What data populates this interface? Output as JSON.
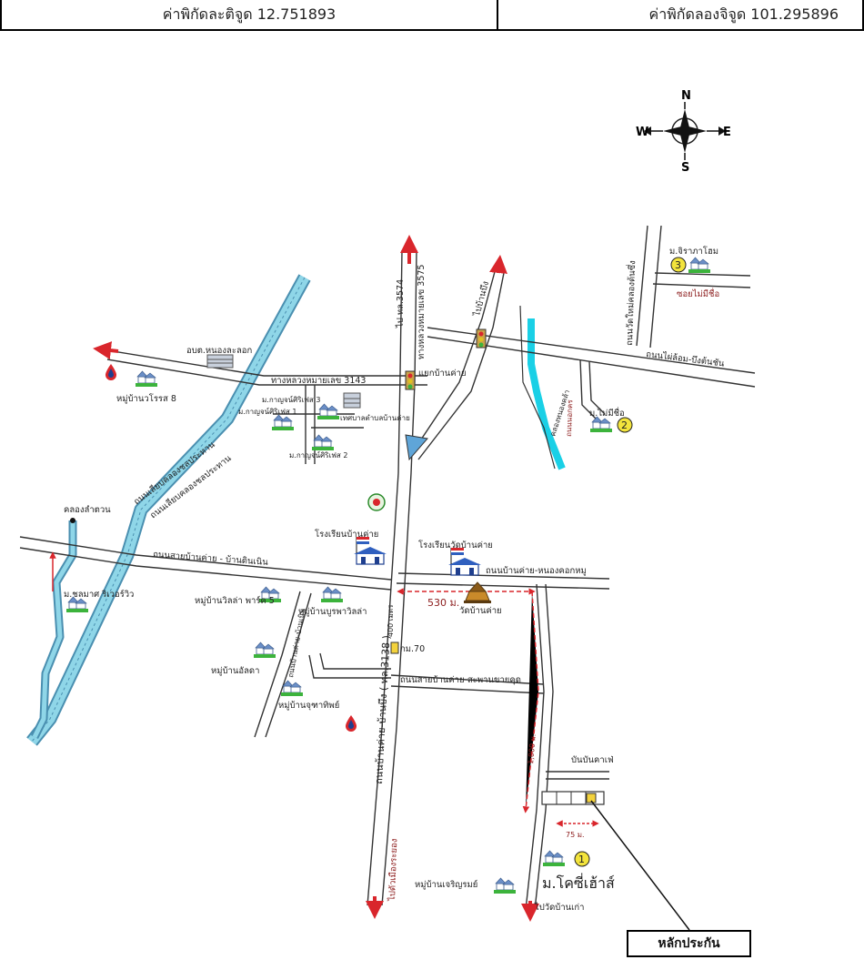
{
  "header": {
    "latitude_label": "ค่าพิกัดละติจูด 12.751893",
    "longitude_label": "ค่าพิกัดลองจิจูด 101.295896"
  },
  "compass": {
    "north": "N",
    "south": "S",
    "east": "E",
    "west": "W"
  },
  "colors": {
    "canal": "#8fd6e8",
    "canal_edge": "#4a8fb0",
    "river_cyan": "#1ad0e6",
    "route_red": "#d9262c",
    "road": "#333333"
  },
  "roads": {
    "hwy3143": "ทางหลวงหมายเลข 3143",
    "hwy3574": "ไป ทล.3574",
    "hwy3575": "ทางหลวงหมายเลข 3575",
    "to_ban_bueng": "ไปบ้านบึง",
    "junction_ban_khai": "แยกบ้านค่าย",
    "rail_bueng_ton_chan": "ถนนไผ่ล้อม-บึงต้นชัน",
    "wat_mai_khlong": "ถนนวัดใหม่คลองต้นซึ่ง",
    "soi_no_name": "ซอยไม่มีชื่อ",
    "nong_khla": "คลองหนองคล้า",
    "canal_road_1": "ถนนเลียบคลองชลประทาน",
    "canal_road_2": "ถนนเลียบคลองชลประทาน",
    "sai_ban_khai": "ถนนสายบ้านค่าย - บ้านดินเนิน",
    "ban_khai_nong_khok": "ถนนบ้านค่าย-หนองคอกหมู",
    "sai_ban_khai_saphan": "ถนนสายบ้านค่าย-สะพานขายคุด",
    "main_road_3138": "ถนนบ้านค่าย-บ้านบึง ( ทล.3138 )",
    "to_rayong": "ไปตัวเมืองระยอง",
    "ban_khai_noen": "ถนนบ้านค่าย-บ้านเนิน",
    "to_wat_ban_kao": "ไปวัดบ้านเก่า",
    "rat_road": "ถนนนอกคร"
  },
  "places": {
    "obt_nong_la_lok": "อบต.หนองละลอก",
    "village_rose8": "หมู่บ้านวโรรส 8",
    "kanyaphon3": "ม.กาญจน์ศิริเฟส 3",
    "kanyaphon1": "ม.กาญจน์ศิริเฟส 1",
    "kanyaphon2": "ม.กาญจน์ศิริเฟส 2",
    "municipality": "เทศบาลตำบลบ้านค่าย",
    "khlong_lam_tuan": "คลองลำตวน",
    "chonlamart": "ม.ชลมาศ ริเวอร์วิว",
    "villa_park5": "หมู่บ้านวิลล่า พาร์ค 5",
    "burapha_villa": "หมู่บ้านบูรพาวิลล่า",
    "atcha": "หมู่บ้านอัลดา",
    "jutha_thip": "หมู่บ้านจุฑาทิพย์",
    "school_ban_khai": "โรงเรียนบ้านค่าย",
    "school_wat_ban_khai": "โรงเรียนวัดบ้านค่าย",
    "wat_ban_khai": "วัดบ้านค่าย",
    "km70": "กม.70",
    "m_jirapha": "ม.จิราภาโฮม",
    "m_no_name": "ม.ไม่มีชื่อ",
    "ban_nan_cafe": "บันบันคาเฟ่",
    "charoen_rom": "หมู่บ้านเจริญรมย์",
    "m_kozy_house": "ม.โคซี่เฮ้าส์"
  },
  "distances": {
    "d530": "530 ม.",
    "d400": "400 เมตร",
    "d1000": "1,000 ม.",
    "d75": "75 ม."
  },
  "markers": {
    "m1": "1",
    "m2": "2",
    "m3": "3"
  },
  "legend": {
    "collateral": "หลักประกัน"
  }
}
